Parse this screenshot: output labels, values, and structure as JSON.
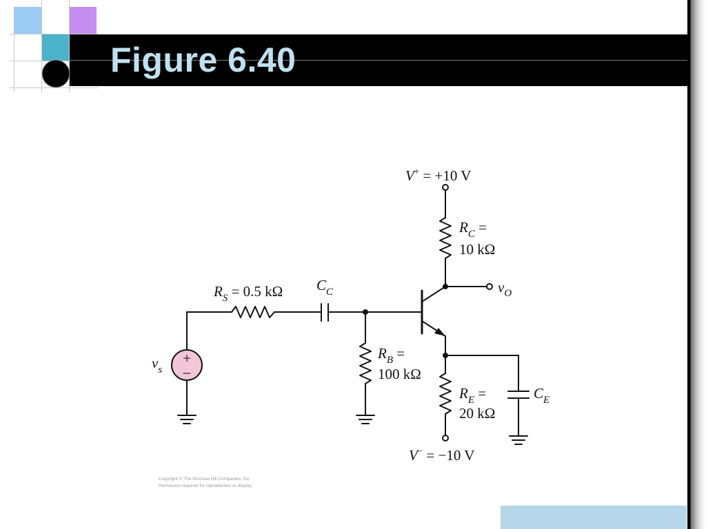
{
  "slide": {
    "title": "Figure 6.40",
    "copyright_line1": "Copyright © The McGraw-Hill Companies, Inc.",
    "copyright_line2": "Permission required for reproduction or display."
  },
  "colors": {
    "title_bar": "#000000",
    "title_text": "#bfe0f0",
    "deco_light_blue": "#9ccbf4",
    "deco_purple": "#c48ef0",
    "deco_teal": "#4ab3c9",
    "source_fill": "#f2c6d6",
    "bottom_rect": "#b6d6ea"
  },
  "circuit": {
    "vplus": {
      "sym": "V",
      "sup": "+",
      "rest": " = +10 V"
    },
    "vminus": {
      "sym": "V",
      "sup": "−",
      "rest": " = −10 V"
    },
    "rc": {
      "sym": "R",
      "sub": "C",
      "eq": " =",
      "value": "10 kΩ"
    },
    "rs": {
      "sym": "R",
      "sub": "S",
      "rest": " = 0.5 kΩ"
    },
    "cc": {
      "sym": "C",
      "sub": "C"
    },
    "rb": {
      "sym": "R",
      "sub": "B",
      "eq": " =",
      "value": "100 kΩ"
    },
    "re": {
      "sym": "R",
      "sub": "E",
      "eq": " =",
      "value": "20 kΩ"
    },
    "ce": {
      "sym": "C",
      "sub": "E"
    },
    "vo": {
      "sym": "v",
      "sub": "O"
    },
    "vs": {
      "sym": "v",
      "sub": "s"
    },
    "source_plus": "+",
    "source_minus": "–"
  }
}
